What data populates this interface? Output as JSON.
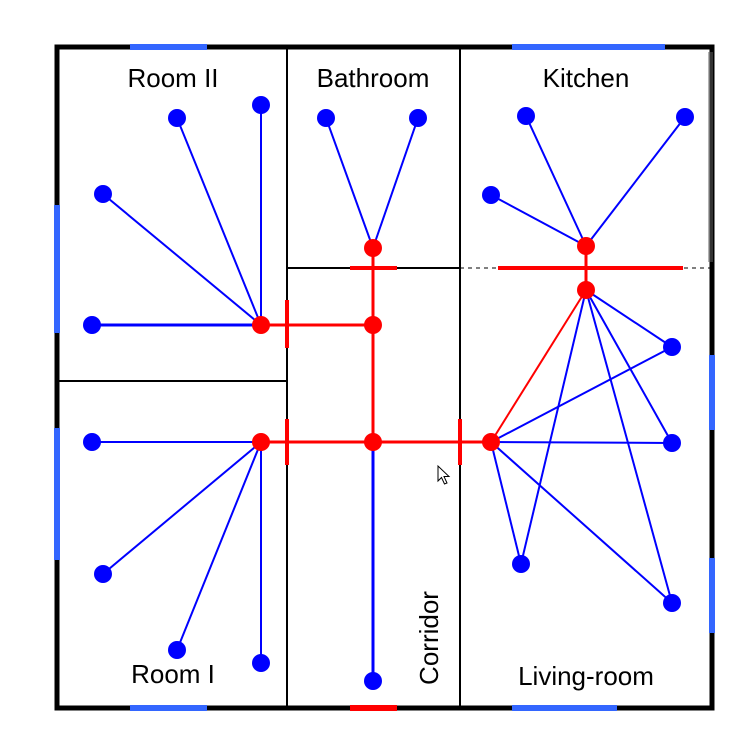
{
  "rooms": {
    "room_2": "Room II",
    "bathroom": "Bathroom",
    "kitchen": "Kitchen",
    "room_1": "Room I",
    "corridor": "Corridor",
    "living_room": "Living-room"
  },
  "colors": {
    "wall": "#000000",
    "window": "#3366ff",
    "door": "#ff0000",
    "red_node": "#ff0000",
    "blue_node": "#0000ff",
    "red_edge": "#ff0000",
    "blue_edge": "#0000ff"
  },
  "icons": {
    "cursor": "mouse-pointer-icon"
  }
}
